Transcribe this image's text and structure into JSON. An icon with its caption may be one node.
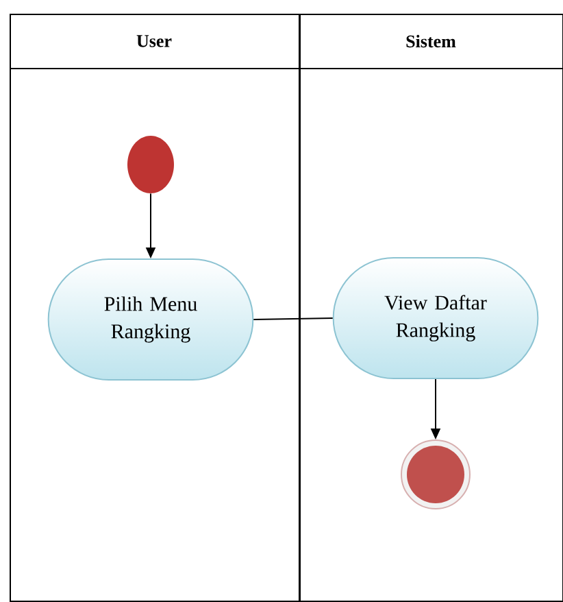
{
  "diagram": {
    "nodes": [
      {
        "text": [
          "User"
        ]
      },
      {
        "text": [
          "Sistem"
        ]
      },
      {
        "text": [],
        "shape": "circle",
        "in": 0
      },
      {
        "text": [
          "Pilih Menu Rangking"
        ],
        "in": 0
      },
      {
        "text": [
          "View Daftar Rangking"
        ],
        "in": 1
      },
      {
        "text": [],
        "shape": "circle",
        "in": 1
      }
    ],
    "edges": [
      {
        "from": 2,
        "to": 3,
        "arrow": "to"
      },
      {
        "from": 3,
        "to": 4,
        "arrow": "none"
      },
      {
        "from": 4,
        "to": 5,
        "arrow": "to"
      }
    ]
  }
}
